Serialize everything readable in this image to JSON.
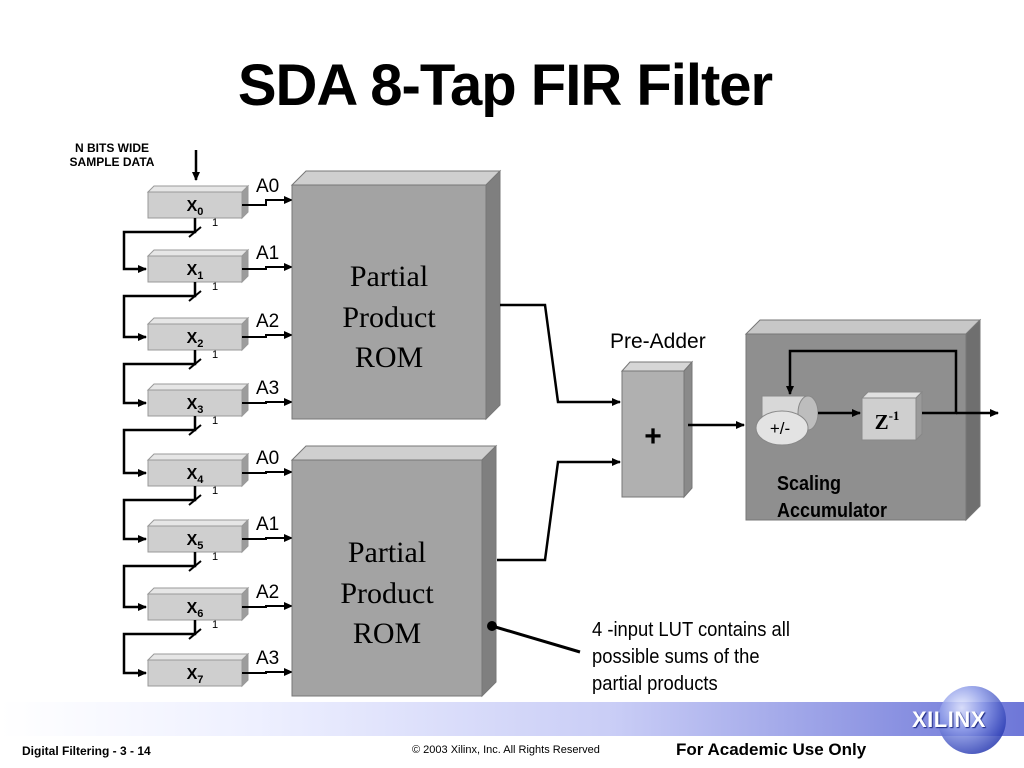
{
  "title": "SDA 8-Tap FIR Filter",
  "input_label_line1": "N BITS WIDE",
  "input_label_line2": "SAMPLE DATA",
  "registers": [
    {
      "main": "X",
      "sub": "0",
      "bit": "1",
      "addr": "A0"
    },
    {
      "main": "X",
      "sub": "1",
      "bit": "1",
      "addr": "A1"
    },
    {
      "main": "X",
      "sub": "2",
      "bit": "1",
      "addr": "A2"
    },
    {
      "main": "X",
      "sub": "3",
      "bit": "1",
      "addr": "A3"
    },
    {
      "main": "X",
      "sub": "4",
      "bit": "1",
      "addr": "A0"
    },
    {
      "main": "X",
      "sub": "5",
      "bit": "1",
      "addr": "A1"
    },
    {
      "main": "X",
      "sub": "6",
      "bit": "1",
      "addr": "A2"
    },
    {
      "main": "X",
      "sub": "7",
      "bit": "",
      "addr": "A3"
    }
  ],
  "rom_top": {
    "line1": "Partial",
    "line2": "Product",
    "line3": "ROM"
  },
  "rom_bottom": {
    "line1": "Partial",
    "line2": "Product",
    "line3": "ROM"
  },
  "pre_adder_label": "Pre-Adder",
  "pre_adder_symbol": "+",
  "accumulator": {
    "addsub": "+/-",
    "delay_main": "Z",
    "delay_sup": "-1",
    "label_line1": "Scaling",
    "label_line2": "Accumulator"
  },
  "callout": {
    "line1": "4 -input LUT contains all",
    "line2": "possible sums of the",
    "line3": "partial products"
  },
  "footer": {
    "left": "Digital Filtering  - 3 - 14",
    "center": "© 2003 Xilinx, Inc. All Rights Reserved",
    "right": "For Academic Use Only",
    "logo": "XILINX"
  }
}
